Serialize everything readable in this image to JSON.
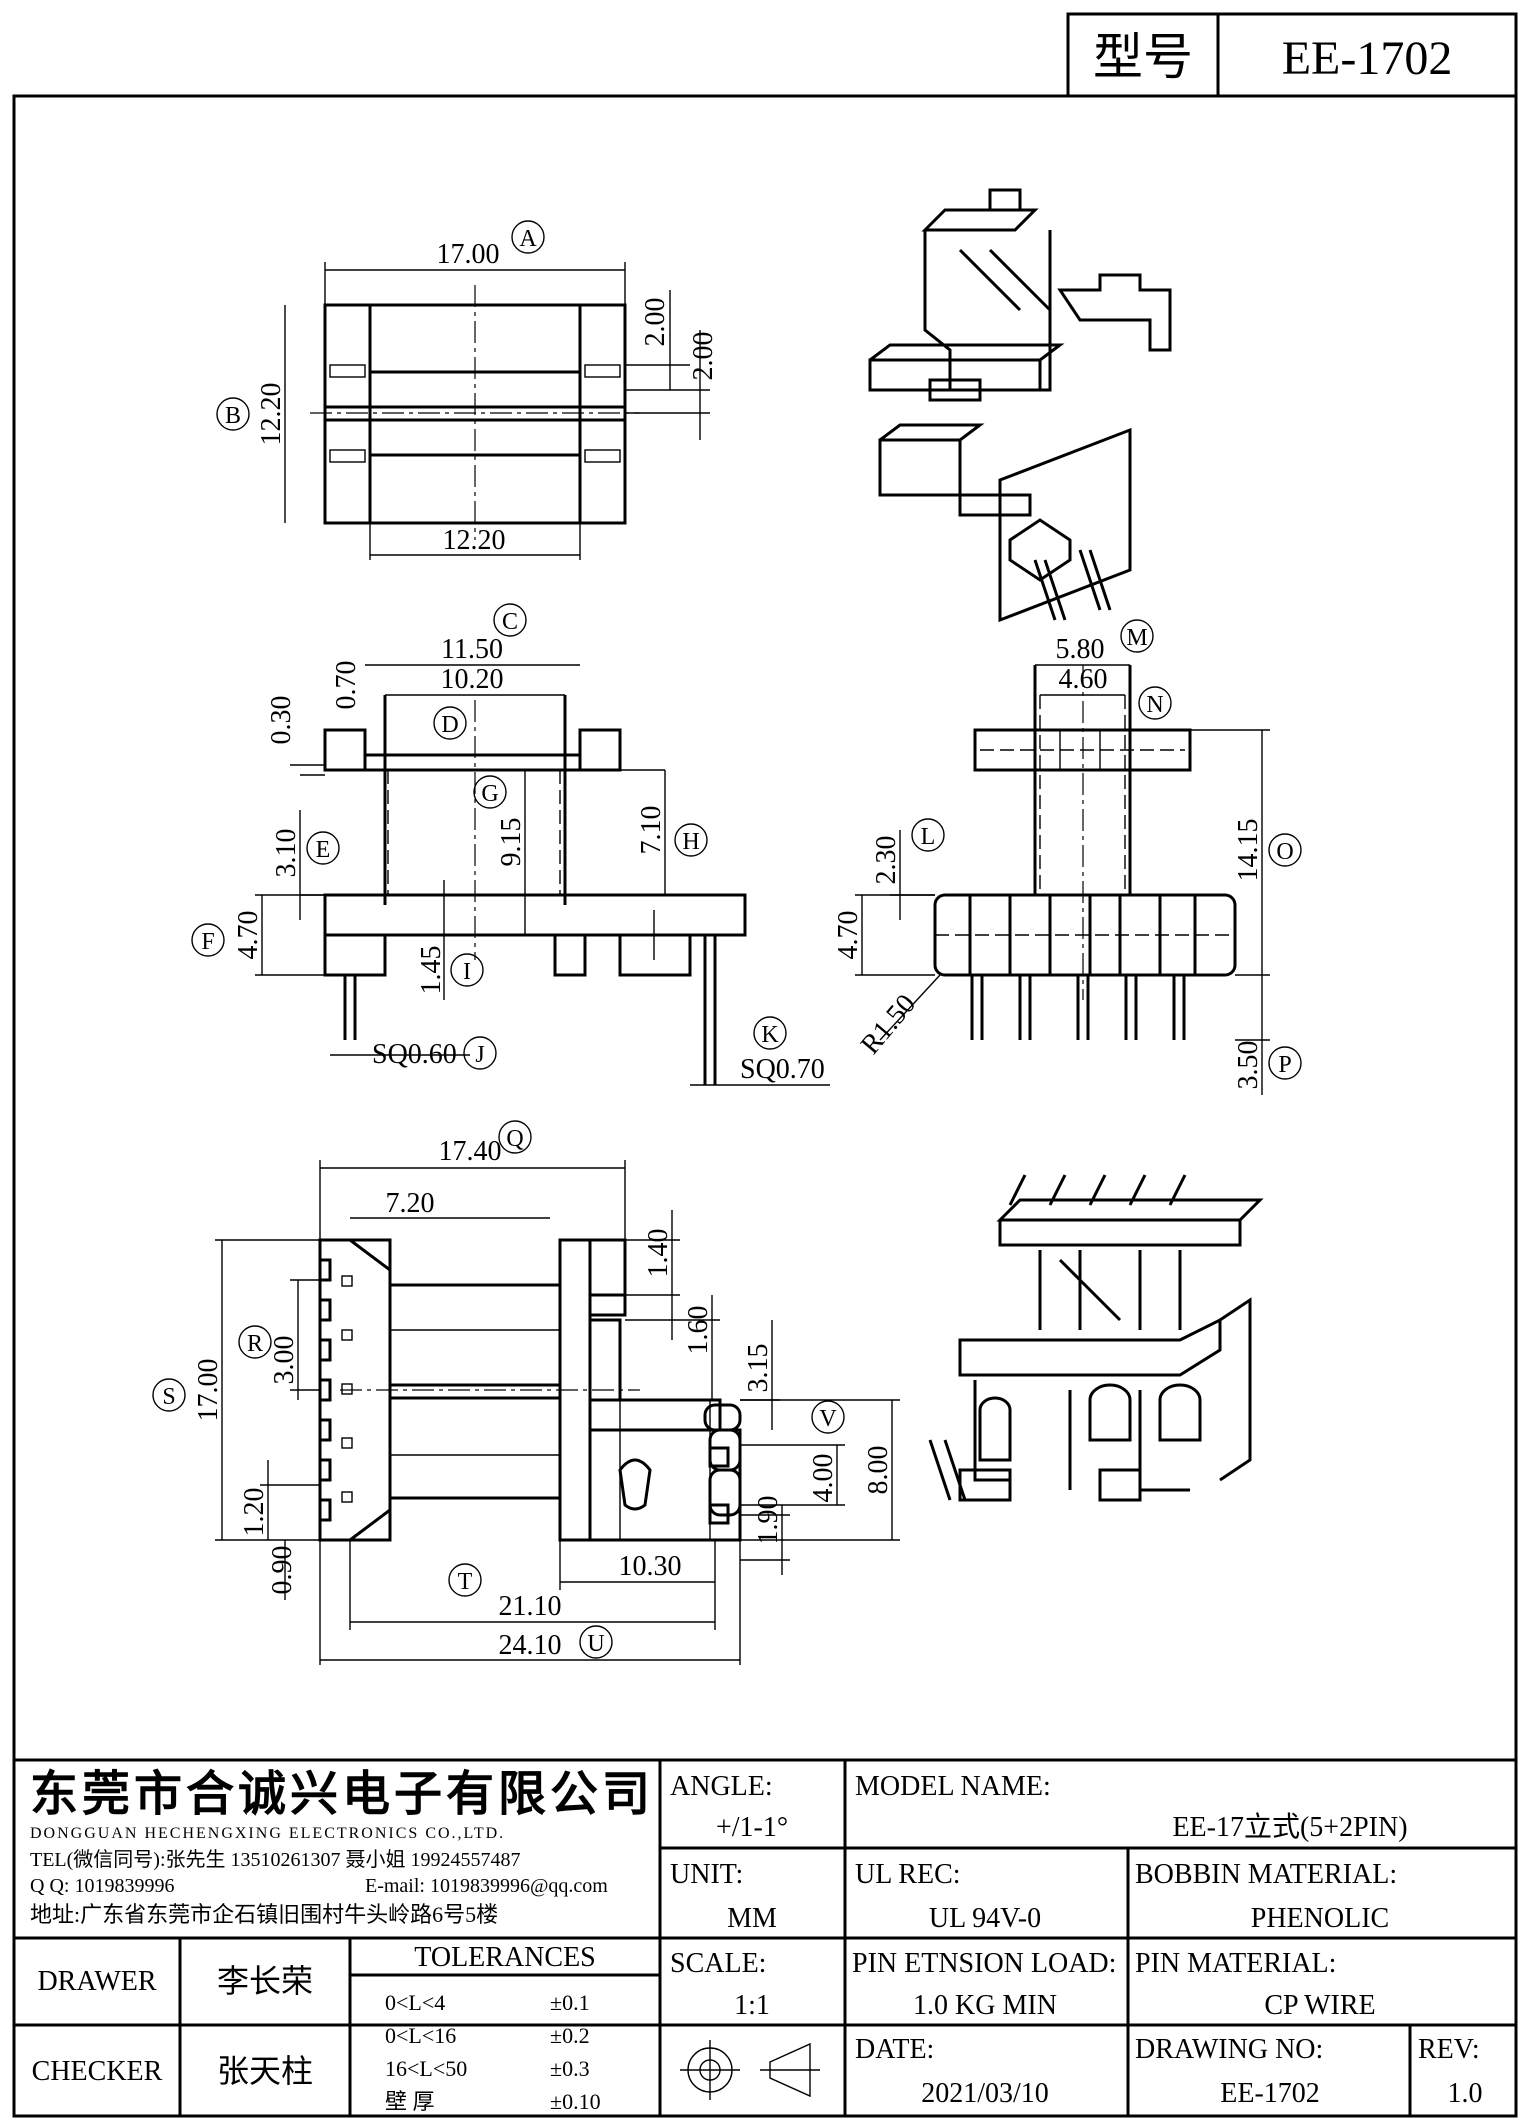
{
  "header": {
    "model_label": "型号",
    "model_value": "EE-1702"
  },
  "views": {
    "top": {
      "width": "17.00",
      "tag_a": "A",
      "height": "12.20",
      "tag_b": "B",
      "slot1": "2.00",
      "slot2": "2.00",
      "inner": "12.20"
    },
    "front": {
      "outer": "11.50",
      "tag_c": "C",
      "inner": "10.20",
      "tag_d": "D",
      "flange_w": "0.70",
      "flange_t": "0.30",
      "body_h": "9.15",
      "tag_g": "G",
      "win_h": "7.10",
      "tag_h": "H",
      "base_step": "3.10",
      "tag_e": "E",
      "base_h": "4.70",
      "tag_f": "F",
      "pin_gap": "1.45",
      "tag_i": "I",
      "pin_sq": "SQ0.60",
      "tag_j": "J",
      "pin_sq2": "SQ0.70",
      "tag_k": "K"
    },
    "side": {
      "outer": "5.80",
      "tag_m": "M",
      "inner": "4.60",
      "tag_n": "N",
      "total_h": "14.15",
      "tag_o": "O",
      "base_h": "4.70",
      "step": "2.30",
      "tag_l": "L",
      "radius": "R1.50",
      "pin_len": "3.50",
      "tag_p": "P"
    },
    "bottom": {
      "width": "17.40",
      "tag_q": "Q",
      "left_w": "7.20",
      "height": "17.00",
      "tag_s": "S",
      "pitch": "3.00",
      "tag_r": "R",
      "edge": "1.20",
      "edge2": "0.90",
      "top1": "1.40",
      "top2": "1.60",
      "top3": "3.15",
      "span": "8.00",
      "slot": "4.00",
      "slot_gap": "1.90",
      "tag_v": "V",
      "w1": "10.30",
      "w2": "21.10",
      "tag_t": "T",
      "w3": "24.10",
      "tag_u": "U"
    }
  },
  "title_block": {
    "company_cn": "东莞市合诚兴电子有限公司",
    "company_en": "DONGGUAN HECHENGXING ELECTRONICS CO.,LTD.",
    "tel": "TEL(微信同号):张先生 13510261307 聂小姐 19924557487",
    "qq": "Q Q: 1019839996",
    "email": "E-mail: 1019839996@qq.com",
    "address": "地址:广东省东莞市企石镇旧围村牛头岭路6号5楼",
    "angle_label": "ANGLE:",
    "angle_value": "+/1-1°",
    "unit_label": "UNIT:",
    "unit_value": "MM",
    "scale_label": "SCALE:",
    "scale_value": "1:1",
    "model_name_label": "MODEL NAME:",
    "model_name_value": "EE-17立式(5+2PIN)",
    "ul_label": "UL REC:",
    "ul_value": "UL 94V-0",
    "bobbin_label": "BOBBIN MATERIAL:",
    "bobbin_value": "PHENOLIC",
    "pin_load_label": "PIN ETNSION LOAD:",
    "pin_load_value": "1.0 KG MIN",
    "pin_mat_label": "PIN MATERIAL:",
    "pin_mat_value": "CP WIRE",
    "date_label": "DATE:",
    "date_value": "2021/03/10",
    "drawing_no_label": "DRAWING NO:",
    "drawing_no_value": "EE-1702",
    "rev_label": "REV:",
    "rev_value": "1.0",
    "drawer_label": "DRAWER",
    "drawer_value": "李长荣",
    "checker_label": "CHECKER",
    "checker_value": "张天柱",
    "tol_title": "TOLERANCES",
    "tolerances": [
      {
        "range": "0<L<4",
        "value": "±0.1"
      },
      {
        "range": "0<L<16",
        "value": "±0.2"
      },
      {
        "range": "16<L<50",
        "value": "±0.3"
      },
      {
        "range": "壁    厚",
        "value": "±0.10"
      }
    ]
  }
}
